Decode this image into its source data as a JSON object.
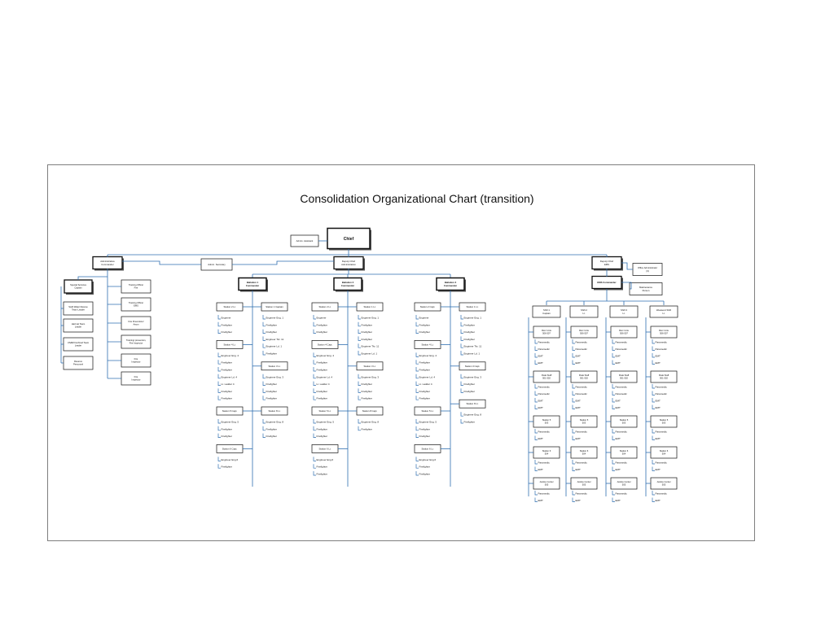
{
  "title": "Consolidation Organizational Chart (transition)",
  "colors": {
    "line": "#2f6fb0",
    "box_border": "#111111",
    "frame": "#7f7f7f"
  },
  "top": {
    "chief": "Chief",
    "admin_assistant": "Admin. Assistant",
    "admin_commander": "Administrative Commander",
    "admin_secretary": "Admin. Secretary",
    "deputy_admin": "Deputy Chief Administration",
    "deputy_ems": "Deputy Chief EMS",
    "office_admin": "Office Administrator (3)",
    "ems_commander": "EMS Commander",
    "maintenance": "Maintenance Person"
  },
  "admin_left": [
    "Special Services Captain",
    "Swift Water Rescue Team Leader",
    "Hazmat Team Leader",
    "US&R/Confined Team Leader",
    "Reserve Personnel"
  ],
  "admin_right": [
    "Training Officer Fire",
    "Training Officer EMS",
    "Fire Prevention/ Arson",
    "Training/ prevention, Fire Inspector",
    "Fire Inspector",
    "Fire Inspector"
  ],
  "battalions": [
    {
      "name": "Battalion 1 Commander",
      "columns": [
        [
          {
            "head": "Station 2 Lt.",
            "items": [
              "Engineer",
              "Firefighter",
              "Firefighter"
            ]
          },
          {
            "head": "Station 4 Lt.",
            "items": [
              "Engineer Eng. 4",
              "Firefighter",
              "Firefighter",
              "Engineer Ld. 4",
              "Lt. Ladder 4",
              "Firefighter",
              "Firefighter"
            ]
          },
          {
            "head": "Station 5 Capt.",
            "items": [
              "Engineer Eng. 5",
              "Firefighter",
              "Firefighter"
            ]
          },
          {
            "head": "Station 6 Capt.",
            "items": [
              "Engineer Eng.6",
              "Firefighter"
            ]
          }
        ],
        [
          {
            "head": "Station 1 Captain",
            "items": [
              "Engineer Eng. 1",
              "Firefighter",
              "Firefighter",
              "Engineer Tkr. 11",
              "Engineer Ld. 1",
              "Firefighter"
            ]
          },
          {
            "head": "Station 3 Lt.",
            "items": [
              "Engineer Eng. 3",
              "Firefighter",
              "Firefighter",
              "Firefighter"
            ]
          },
          {
            "head": "Station 8 Lt.",
            "items": [
              "Engineer Eng. 8",
              "Firefighter",
              "Firefighter"
            ]
          }
        ]
      ]
    },
    {
      "name": "Battalion 2 Commander",
      "columns": [
        [
          {
            "head": "Station 2 Lt.",
            "items": [
              "Engineer",
              "Firefighter",
              "Firefighter"
            ]
          },
          {
            "head": "Station 4 Capt.",
            "items": [
              "Engineer Eng. 4",
              "Firefighter",
              "Firefighter",
              "Engineer Ld. 4",
              "Lt. Ladder 4",
              "Firefighter",
              "Firefighter"
            ]
          },
          {
            "head": "Station 5 Lt.",
            "items": [
              "Engineer Eng. 5",
              "Firefighter",
              "Firefighter"
            ]
          },
          {
            "head": "Station 6 Lt.",
            "items": [
              "Engineer Eng.6",
              "Firefighter",
              "Firefighter"
            ]
          }
        ],
        [
          {
            "head": "Station 1 Lt.",
            "items": [
              "Engineer Eng. 1",
              "Firefighter",
              "Firefighter",
              "Firefighter",
              "Engineer Tkr. 11",
              "Engineer Ld. 1"
            ]
          },
          {
            "head": "Station 3 Lt.",
            "items": [
              "Engineer Eng. 3",
              "Firefighter",
              "Firefighter",
              "Firefighter"
            ]
          },
          {
            "head": "Station 8 Capt.",
            "items": [
              "Engineer Eng. 8",
              "Firefighter"
            ]
          }
        ]
      ]
    },
    {
      "name": "Battalion 3 Commander",
      "columns": [
        [
          {
            "head": "Station 2 Capt.",
            "items": [
              "Engineer",
              "Firefighter",
              "Firefighter"
            ]
          },
          {
            "head": "Station 4 Lt.",
            "items": [
              "Engineer Eng. 4",
              "Firefighter",
              "Firefighter",
              "Engineer Ld. 4",
              "Lt. Ladder 4",
              "Firefighter",
              "Firefighter"
            ]
          },
          {
            "head": "Station 5 Lt.",
            "items": [
              "Engineer Eng. 5",
              "Firefighter",
              "Firefighter"
            ]
          },
          {
            "head": "Station 6 Lt.",
            "items": [
              "Engineer Eng.6",
              "Firefighter",
              "Firefighter"
            ]
          }
        ],
        [
          {
            "head": "Station 1 Lt.",
            "items": [
              "Engineer Eng. 1",
              "Firefighter",
              "Firefighter",
              "Firefighter",
              "Engineer Tkr. 11",
              "Engineer Ld. 1"
            ]
          },
          {
            "head": "Station 3 Capt.",
            "items": [
              "Engineer Eng. 3",
              "Firefighter",
              "Firefighter"
            ]
          },
          {
            "head": "Station 8 Lt.",
            "items": [
              "Engineer Eng. 8",
              "Firefighter"
            ]
          }
        ]
      ]
    }
  ],
  "ems_shifts": [
    {
      "name": "Shift 1 Captain",
      "groups": [
        {
          "head": "Rsrc Unts 506-507",
          "items": [
            "Paramedic",
            "Paramedic",
            "EMT",
            "EMT"
          ]
        },
        {
          "head": "Peak Staff 501-502",
          "items": [
            "Paramedic",
            "Paramedic",
            "EMT",
            "EMT"
          ]
        },
        {
          "head": "Station 5 503",
          "items": [
            "Paramedic",
            "EMT"
          ]
        },
        {
          "head": "Station 6 504",
          "items": [
            "Paramedic",
            "EMT"
          ]
        },
        {
          "head": "Justice Center 505",
          "items": [
            "Paramedic",
            "EMT"
          ]
        }
      ]
    },
    {
      "name": "Shift 2 Lt.",
      "groups": [
        {
          "head": "Rsrc Unts 506-507",
          "items": [
            "Paramedic",
            "Paramedic",
            "EMT",
            "EMT"
          ]
        },
        {
          "head": "Peak Staff 501-502",
          "items": [
            "Paramedic",
            "Paramedic",
            "EMT",
            "EMT"
          ]
        },
        {
          "head": "Station 5 503",
          "items": [
            "Paramedic",
            "EMT"
          ]
        },
        {
          "head": "Station 6 504",
          "items": [
            "Paramedic",
            "EMT"
          ]
        },
        {
          "head": "Justice Center 505",
          "items": [
            "Paramedic",
            "EMT"
          ]
        }
      ]
    },
    {
      "name": "Shift 3 Lt.",
      "groups": [
        {
          "head": "Rsrc Unts 506-507",
          "items": [
            "Paramedic",
            "Paramedic",
            "EMT",
            "EMT"
          ]
        },
        {
          "head": "Peak Staff 501-502",
          "items": [
            "Paramedic",
            "Paramedic",
            "EMT",
            "EMT"
          ]
        },
        {
          "head": "Station 5 503",
          "items": [
            "Paramedic",
            "EMT"
          ]
        },
        {
          "head": "Station 6 504",
          "items": [
            "Paramedic",
            "EMT"
          ]
        },
        {
          "head": "Justice Center 505",
          "items": [
            "Paramedic",
            "EMT"
          ]
        }
      ]
    },
    {
      "name": "Weekend Shift Lt.",
      "groups": [
        {
          "head": "Rsrc Unts 506-507",
          "items": [
            "Paramedic",
            "Paramedic",
            "EMT",
            "EMT"
          ]
        },
        {
          "head": "Peak Staff 501-502",
          "items": [
            "Paramedic",
            "Paramedic",
            "EMT",
            "EMT"
          ]
        },
        {
          "head": "Station 5 503",
          "items": [
            "Paramedic",
            "EMT"
          ]
        },
        {
          "head": "Station 6 504",
          "items": [
            "Paramedic",
            "EMT"
          ]
        },
        {
          "head": "Justice Center 505",
          "items": [
            "Paramedic",
            "EMT"
          ]
        }
      ]
    }
  ]
}
